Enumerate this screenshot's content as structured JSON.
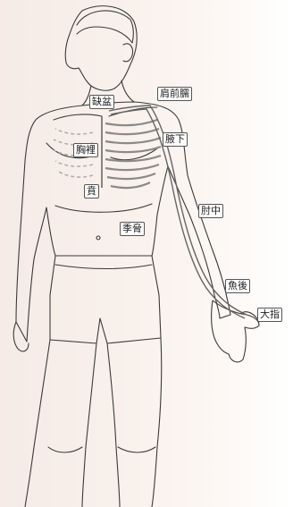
{
  "labels": {
    "que_pen": "缺盆",
    "jian_qian_ru": "肩前臑",
    "xiong_li": "胸裡",
    "ye_xia": "腋下",
    "ben": "賁",
    "zhou_zhong": "肘中",
    "ji_xie": "季脅",
    "yu_hou": "魚後",
    "da_zhi": "大指"
  },
  "colors": {
    "outline": "#3a3a3a",
    "meridian": "#666666",
    "ribs": "#9a9a9a",
    "background": "#f8eee9"
  }
}
